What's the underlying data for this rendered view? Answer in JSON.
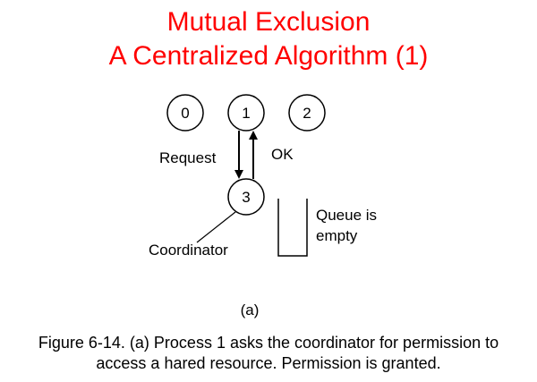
{
  "title": {
    "line1": "Mutual Exclusion",
    "line2": "A Centralized Algorithm (1)"
  },
  "colors": {
    "title": "#ff0000",
    "text": "#000000"
  },
  "diagram": {
    "processes": [
      {
        "id": "0"
      },
      {
        "id": "1"
      },
      {
        "id": "2"
      }
    ],
    "coordinator": {
      "id": "3",
      "label": "Coordinator"
    },
    "request_label": "Request",
    "ok_label": "OK",
    "queue_label_line1": "Queue is",
    "queue_label_line2": "empty",
    "subfigure_label": "(a)"
  },
  "caption": {
    "line1": "Figure 6-14. (a) Process 1 asks the coordinator for permission to",
    "line2": "access a hared resource. Permission is granted."
  }
}
